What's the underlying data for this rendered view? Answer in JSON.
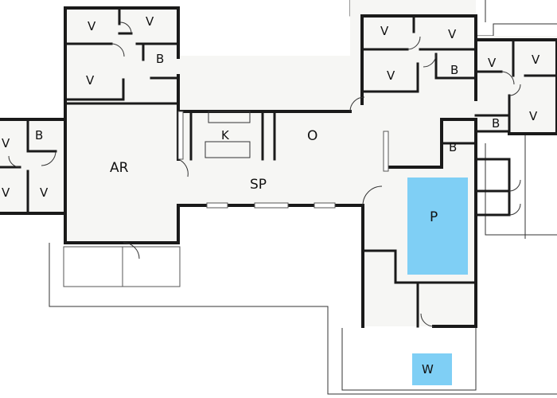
{
  "colors": {
    "pool": "#7fcff5",
    "whirlpool": "#7fcff5",
    "outside": "#ffffff",
    "floor": "#f6f6f4",
    "walls": "#1a1a1a"
  },
  "rooms": {
    "v_left_top": "V",
    "v_left_bottom_1": "V",
    "v_left_bottom_2": "V",
    "b_left": "B",
    "v_north_1": "V",
    "v_north_2": "V",
    "v_north_3": "V",
    "b_north": "B",
    "ar": "AR",
    "k": "K",
    "o": "O",
    "sp": "SP",
    "v_ne_1": "V",
    "v_ne_2": "V",
    "v_ne_3": "V",
    "b_ne_1": "B",
    "v_east_1": "V",
    "v_east_2": "V",
    "v_east_3": "V",
    "b_east_1": "B",
    "b_east_2": "B",
    "p": "P",
    "w": "W"
  }
}
